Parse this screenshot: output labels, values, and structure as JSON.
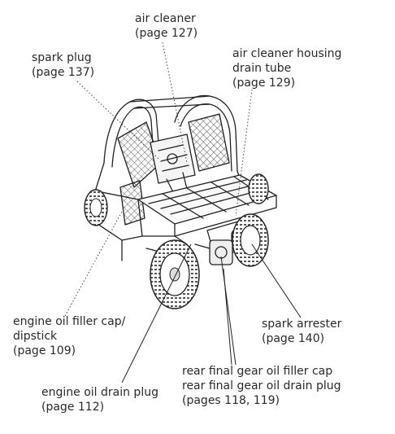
{
  "callouts": {
    "air_cleaner": {
      "name": "air cleaner",
      "ref": "(page 127)"
    },
    "spark_plug": {
      "name": "spark plug",
      "ref": "(page 137)"
    },
    "air_cleaner_housing_drain_tube": {
      "line1": "air cleaner housing",
      "line2": "drain tube",
      "ref": "(page 129)"
    },
    "engine_oil_filler_cap": {
      "line1": "engine oil filler cap/",
      "line2": "dipstick",
      "ref": "(page 109)"
    },
    "spark_arrester": {
      "name": "spark arrester",
      "ref": "(page 140)"
    },
    "rear_final_gear": {
      "line1": "rear final gear oil filler cap",
      "line2": "rear final gear oil drain plug",
      "ref": "(pages 118, 119)"
    },
    "engine_oil_drain_plug": {
      "name": "engine oil drain plug",
      "ref": "(page 112)"
    }
  }
}
